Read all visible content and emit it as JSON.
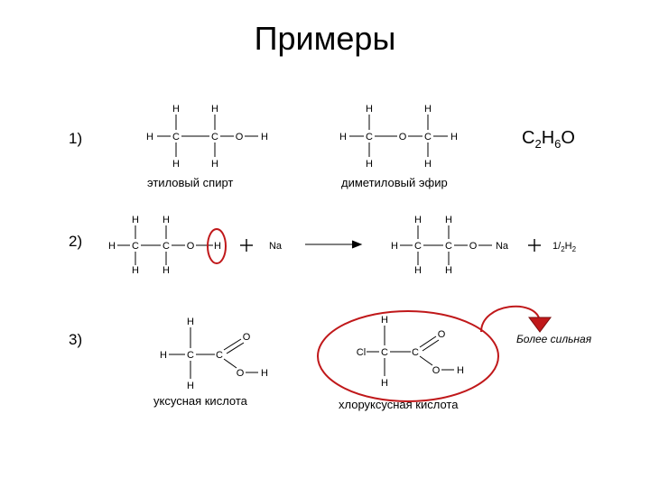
{
  "title": "Примеры",
  "items": [
    {
      "number": "1)",
      "captions": [
        "этиловый спирт",
        "диметиловый эфир"
      ],
      "formula": {
        "c": "C",
        "c_sub": "2",
        "h": "H",
        "h_sub": "6",
        "o": "O"
      }
    },
    {
      "number": "2)",
      "reagent": "Na",
      "plus": "+",
      "product_na": "Na",
      "hydrogen": {
        "half": "1/",
        "half_sub": "2",
        "h": "H",
        "h_sub": "2"
      }
    },
    {
      "number": "3)",
      "captions": [
        "уксусная кислота",
        "хлоруксусная кислота"
      ],
      "note": "Более сильная"
    }
  ],
  "atoms": {
    "h": "H",
    "c": "C",
    "o": "O",
    "cl": "Cl"
  },
  "colors": {
    "highlight": "#c0181a",
    "arrow_fill": "#c0181a",
    "ink": "#000000"
  }
}
